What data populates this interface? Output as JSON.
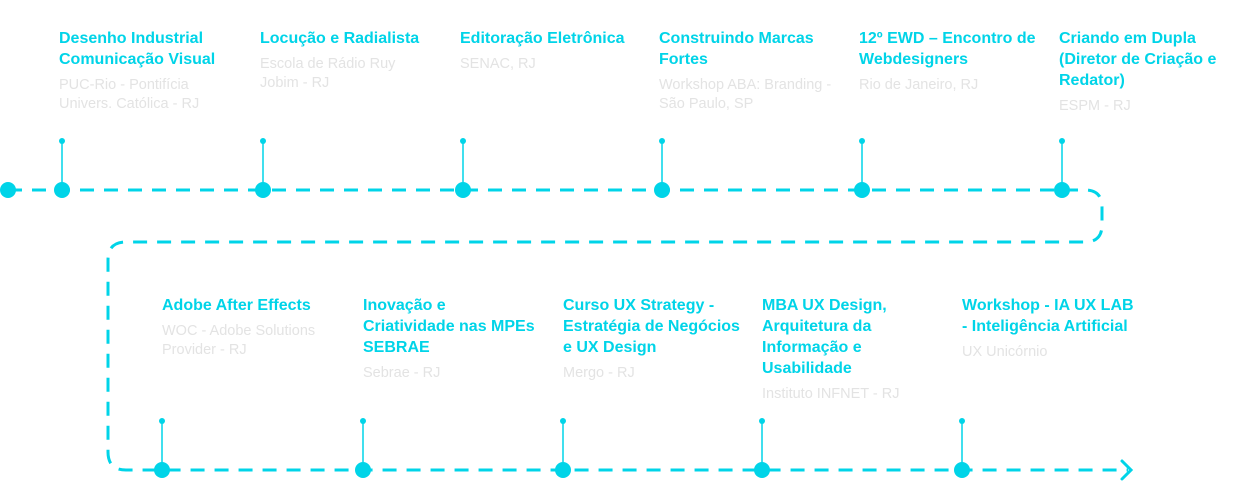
{
  "accent_color": "#00d4e8",
  "top_row": [
    {
      "title": "Desenho Industrial Comunicação Visual",
      "subtitle": "PUC-Rio - Pontifícia Univers. Católica - RJ"
    },
    {
      "title": "Locução e Radialista",
      "subtitle": "Escola de Rádio Ruy Jobim - RJ"
    },
    {
      "title": "Editoração Eletrônica",
      "subtitle": "SENAC, RJ"
    },
    {
      "title": "Construindo Marcas Fortes",
      "subtitle": "Workshop ABA: Branding - São Paulo, SP"
    },
    {
      "title": "12º EWD – Encontro de Webdesigners",
      "subtitle": "Rio de Janeiro, RJ"
    },
    {
      "title": "Criando em Dupla (Diretor de Criação e Redator)",
      "subtitle": "ESPM - RJ"
    }
  ],
  "bottom_row": [
    {
      "title": "Adobe After Effects",
      "subtitle": "WOC - Adobe Solutions Provider  - RJ"
    },
    {
      "title": "Inovação e Criatividade nas MPEs SEBRAE",
      "subtitle": "Sebrae - RJ"
    },
    {
      "title": "Curso UX Strategy - Estratégia de Negócios e UX Design",
      "subtitle": "Mergo - RJ"
    },
    {
      "title": "MBA UX Design, Arquitetura da Informação e Usabilidade",
      "subtitle": "Instituto INFNET - RJ"
    },
    {
      "title": "Workshop - IA UX LAB - Inteligência Artificial",
      "subtitle": "UX Unicórnio"
    }
  ]
}
